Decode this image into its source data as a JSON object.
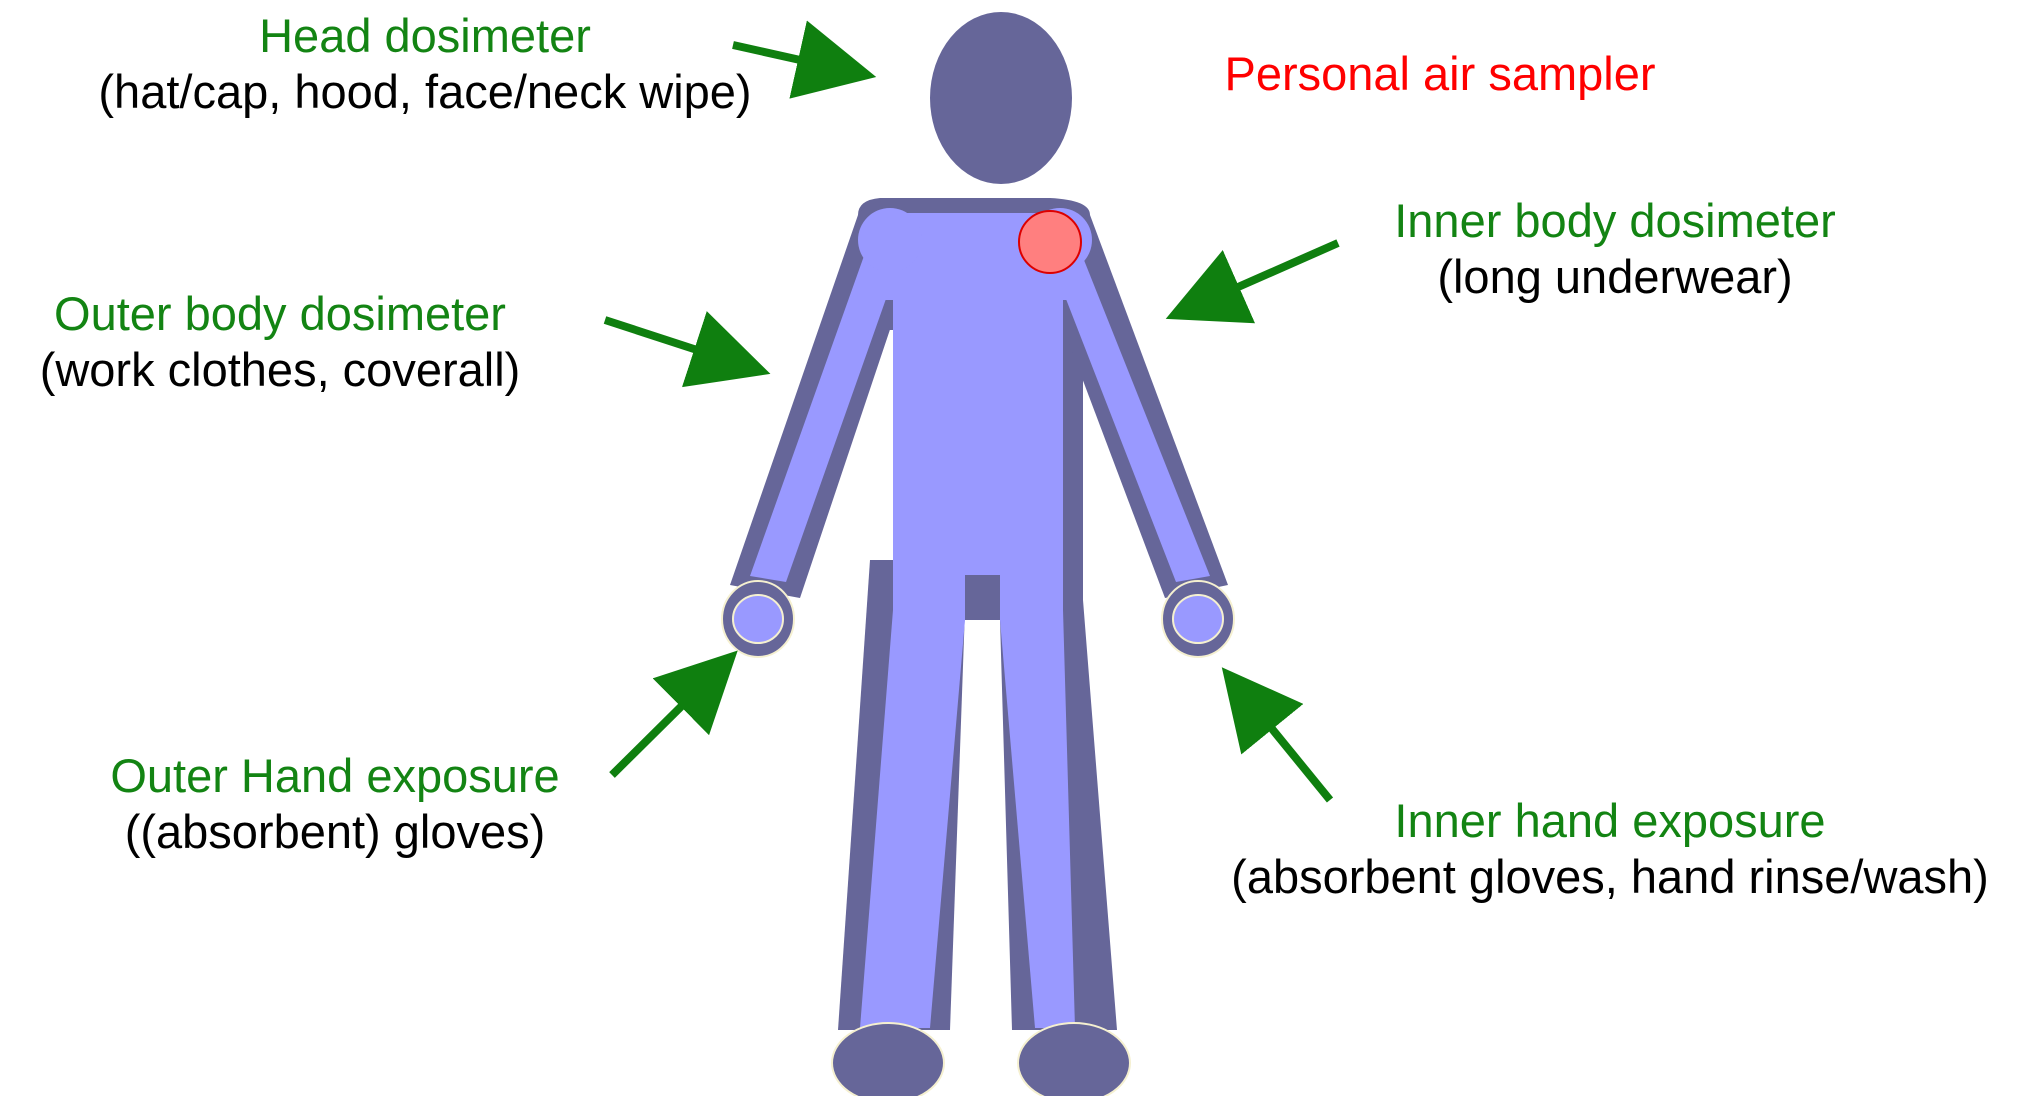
{
  "colors": {
    "label_green": "#138413",
    "label_red": "#ff0000",
    "arrow_green": "#0f7f0f",
    "body_outer": "#666699",
    "body_inner": "#9999ff",
    "sampler_fill": "#ff7f7f",
    "sampler_stroke": "#dd0000"
  },
  "labels": {
    "head": {
      "title": "Head dosimeter",
      "sub": "(hat/cap, hood, face/neck wipe)"
    },
    "air_sampler": {
      "title": "Personal air sampler"
    },
    "inner_body": {
      "title": "Inner body dosimeter",
      "sub": "(long underwear)"
    },
    "outer_body": {
      "title": "Outer body dosimeter",
      "sub": "(work clothes, coverall)"
    },
    "outer_hand": {
      "title": "Outer Hand exposure",
      "sub": "((absorbent) gloves)"
    },
    "inner_hand": {
      "title": "Inner hand exposure",
      "sub": "(absorbent gloves, hand rinse/wash)"
    }
  }
}
